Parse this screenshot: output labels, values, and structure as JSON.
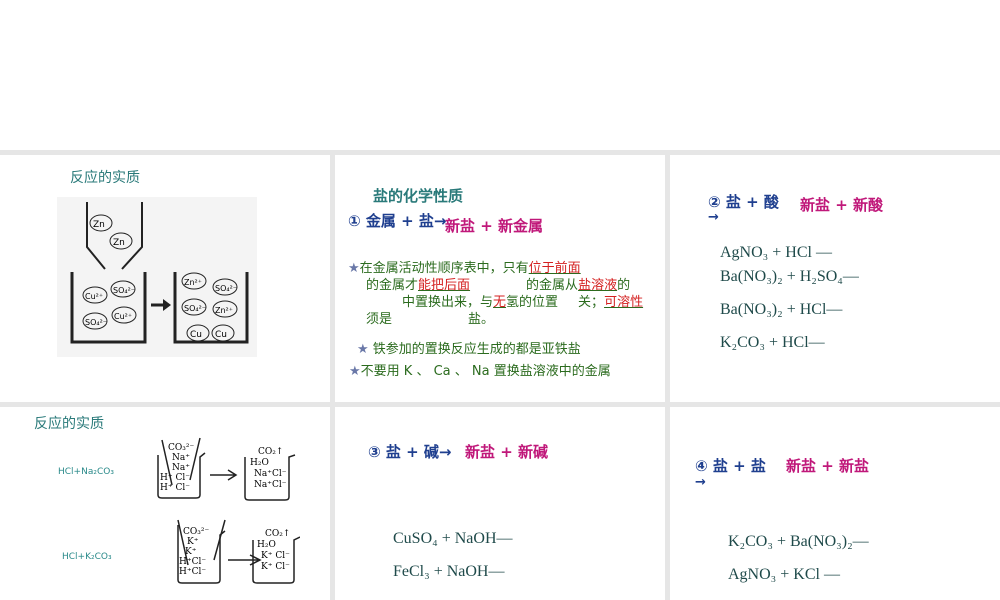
{
  "panel1": {
    "title": "反应的实质"
  },
  "panel2": {
    "heading": "盐的化学性质",
    "rule": {
      "left": "① 金属 + 盐→",
      "right": "新盐 + 新金属"
    },
    "note1": {
      "l1": "在金属活动性顺序表中，只有",
      "a1": "位于前面",
      "l2": "的金属才",
      "a2": "能把",
      "a3": "后面",
      "l2b": "的金属从",
      "a4": "盐溶液",
      "l2c": "的",
      "l3": "中置换出来，与",
      "a5": "无",
      "l3b": "氢的位置",
      "l3c": "关；",
      "a6": "可溶性",
      "l4": "须是",
      "l4b": "盐。"
    },
    "note2": "铁参加的置换反应生成的都是亚铁盐",
    "note3": "不要用 K 、 Ca 、 Na 置换盐溶液中的金属"
  },
  "panel3": {
    "rule": {
      "left": "② 盐 + 酸",
      "arrow": "→",
      "right": "新盐 + 新酸"
    },
    "equations": [
      "AgNO₃ + HCl —",
      "Ba(NO₃)₂ + H₂SO₄—",
      "Ba(NO₃)₂ + HCl—",
      "K₂CO₃ + HCl—"
    ]
  },
  "panel4": {
    "title": "反应的实质",
    "labels": [
      "HCl+Na₂CO₃",
      "HCl+K₂CO₃"
    ],
    "beaker1_before": [
      "CO₃²⁻",
      "Na⁺",
      "Na⁺",
      "H⁺ Cl⁻",
      "H⁺ Cl⁻"
    ],
    "beaker1_after": [
      "CO₂↑",
      "H₂O",
      "Na⁺Cl⁻",
      "Na⁺Cl⁻"
    ],
    "beaker2_before": [
      "CO₃²⁻",
      "K⁺",
      "K⁺",
      "H⁺Cl⁻",
      "H⁺Cl⁻"
    ],
    "beaker2_after": [
      "CO₂↑",
      "H₂O",
      "K⁺ Cl⁻",
      "K⁺ Cl⁻"
    ]
  },
  "panel5": {
    "rule": {
      "left": "③ 盐 + 碱→",
      "right": "新盐 + 新碱"
    },
    "equations": [
      "CuSO₄ + NaOH—",
      "FeCl₃ + NaOH—"
    ]
  },
  "panel6": {
    "rule": {
      "left": "④ 盐 + 盐",
      "arrow": "→",
      "right": "新盐 + 新盐"
    },
    "equations": [
      "K₂CO₃ + Ba(NO₃)₂—",
      "AgNO₃ + KCl —"
    ]
  },
  "star": "★"
}
